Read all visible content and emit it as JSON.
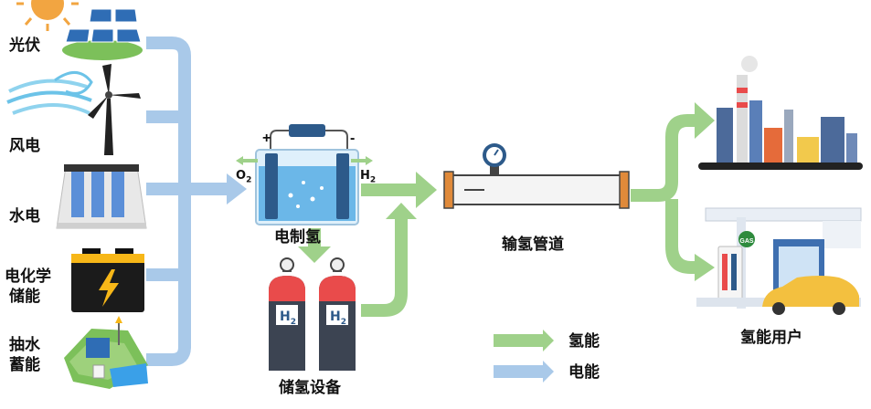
{
  "sources": {
    "solar": "光伏",
    "wind": "风电",
    "hydro": "水电",
    "battery_line1": "电化学",
    "battery_line2": "储能",
    "pumped_line1": "抽水",
    "pumped_line2": "蓄能"
  },
  "electrolyzer": {
    "label": "电制氢",
    "plus": "+",
    "minus": "-",
    "o2_base": "O",
    "o2_sub": "2",
    "h2_base": "H",
    "h2_sub": "2"
  },
  "storage": {
    "label": "储氢设备",
    "tank_base": "H",
    "tank_sub": "2"
  },
  "pipeline": {
    "label": "输氢管道"
  },
  "users": {
    "label": "氢能用户",
    "gas_sign": "GAS"
  },
  "legend": {
    "hydrogen": "氢能",
    "electricity": "电能",
    "hydrogen_color": "#9fd18a",
    "electricity_color": "#a9c9e9"
  }
}
